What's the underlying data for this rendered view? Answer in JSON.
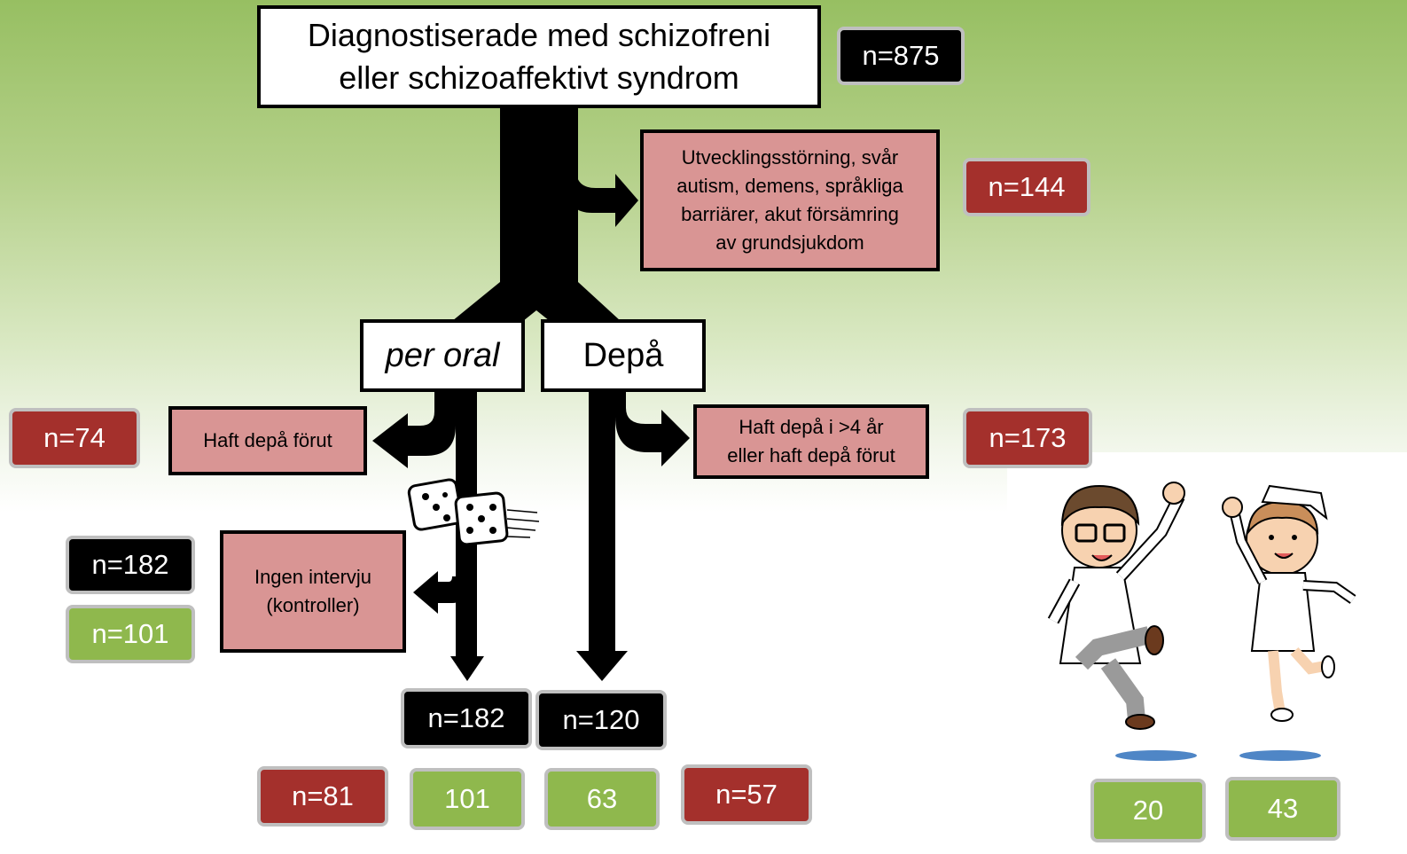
{
  "title_box": {
    "line1": "Diagnostiserade med schizofreni",
    "line2": "eller schizoaffektivt syndrom"
  },
  "exclusion_box": {
    "lines": [
      "Utvecklingsstörning, svår",
      "autism, demens, språkliga",
      "barriärer, akut försämring",
      "av grundsjukdom"
    ]
  },
  "branches": {
    "oral": "per oral",
    "depot": "Depå"
  },
  "oral_exclusion": "Haft depå förut",
  "depot_exclusion": {
    "line1": "Haft depå i >4 år",
    "line2": "eller haft depå förut"
  },
  "control_box": {
    "line1": "Ingen intervju",
    "line2": "(kontroller)"
  },
  "counts": {
    "total": "n=875",
    "excluded": "n=144",
    "oral_excluded": "n=74",
    "depot_excluded": "n=173",
    "control_total": "n=182",
    "control_green": "n=101",
    "oral_total": "n=182",
    "depot_total": "n=120",
    "oral_red": "n=81",
    "oral_green": "101",
    "depot_green": "63",
    "depot_red": "n=57",
    "doctor_green": "20",
    "nurse_green": "43"
  },
  "colors": {
    "black": "#000000",
    "dark_red": "#a4302c",
    "green": "#8fb84d",
    "pink": "#d99594",
    "badge_border": "#bfbfbf"
  },
  "icons": [
    "dice-icon",
    "doctor-illustration",
    "nurse-illustration"
  ]
}
